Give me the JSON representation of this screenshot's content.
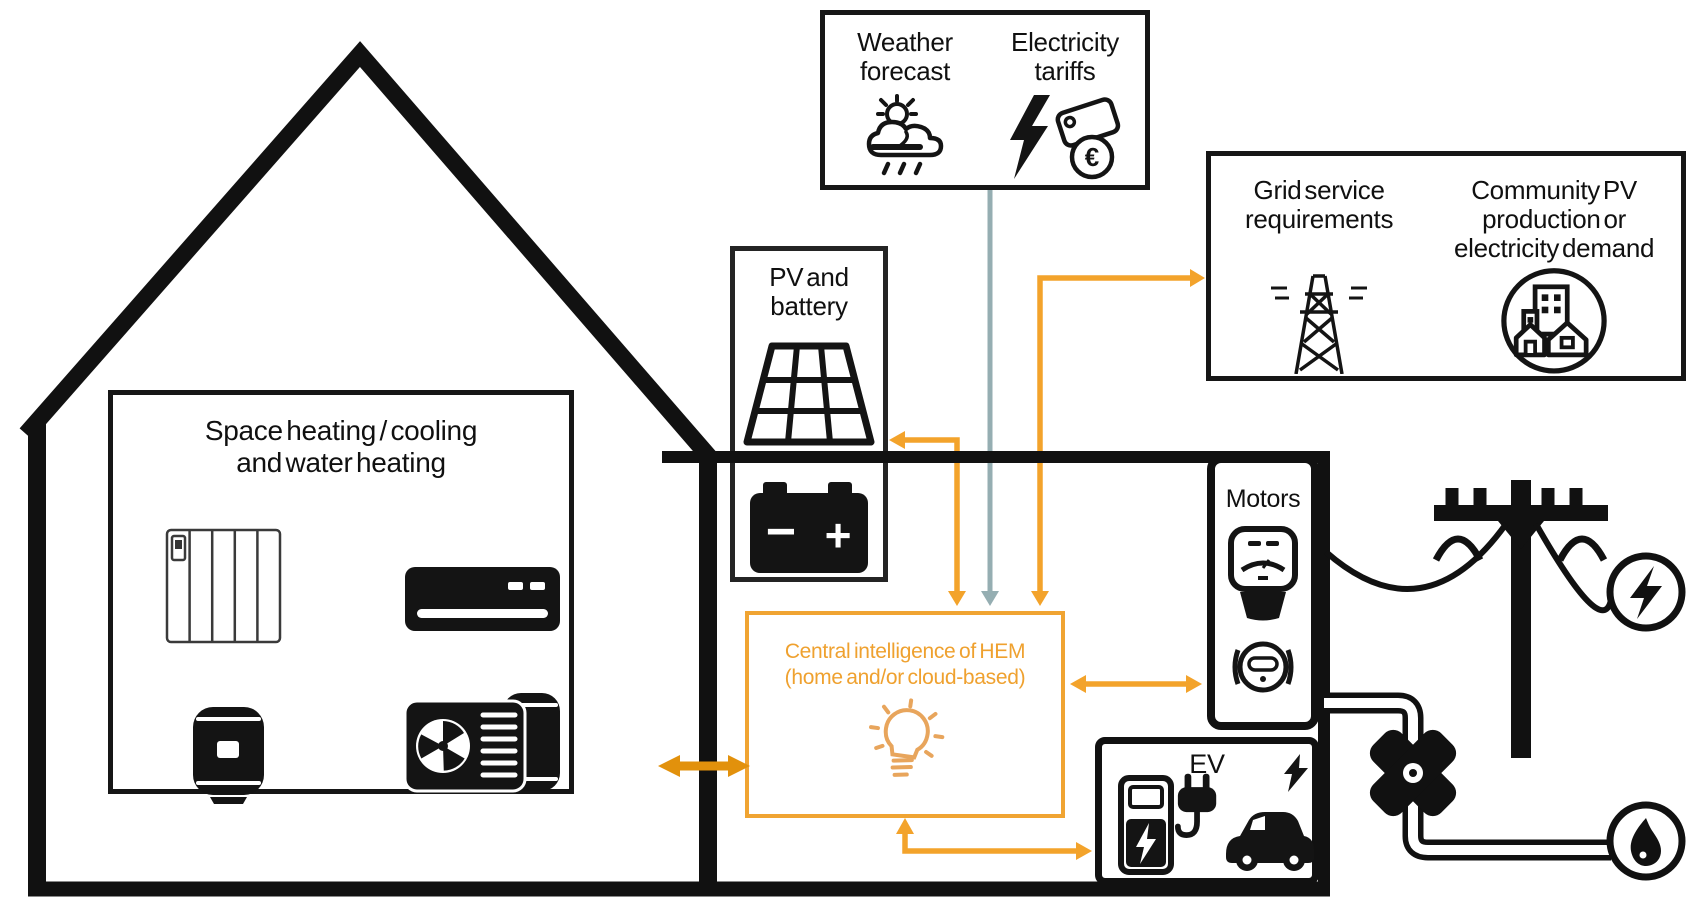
{
  "palette": {
    "ink": "#141414",
    "orange": "#F3A32B",
    "orange_dark": "#E2910C",
    "gray_blue": "#95AEB2",
    "bulb_orange": "#E8A55C"
  },
  "weather_box": {
    "weather": {
      "title": [
        "Weather",
        "forecast"
      ],
      "icon": "sun-cloud-rain-icon"
    },
    "tariffs": {
      "title": [
        "Electricity",
        "tariffs"
      ],
      "icon": "lightning-price-tag-icon",
      "currency_symbol": "€"
    }
  },
  "grid_box": {
    "grid": {
      "title": [
        "Grid service",
        "requirements"
      ],
      "icon": "transmission-tower-icon"
    },
    "community": {
      "title": [
        "Community PV",
        "production or",
        "electricity demand"
      ],
      "icon": "community-buildings-icon"
    }
  },
  "pv_battery": {
    "title": [
      "PV and",
      "battery"
    ],
    "icons": [
      "solar-panel-icon",
      "battery-icon"
    ],
    "battery_minus": "−",
    "battery_plus": "+"
  },
  "house": {
    "title": [
      "Space heating / cooling",
      "and water heating"
    ],
    "icons": [
      "radiator-icon",
      "air-conditioner-icon",
      "water-heater-icon",
      "heat-pump-icon"
    ]
  },
  "central": {
    "title": [
      "Central intelligence of HEM",
      "(home and/or cloud-based)"
    ],
    "icon": "lightbulb-icon"
  },
  "motors": {
    "title": "Motors",
    "icons": [
      "electric-meter-icon",
      "pump-meter-icon"
    ]
  },
  "ev": {
    "title": "EV",
    "icons": [
      "ev-charger-icon",
      "plug-icon",
      "electric-car-icon"
    ]
  },
  "external": {
    "electricity_grid": "lightning-circle-icon",
    "gas_grid": "flame-circle-icon",
    "power_pole": "power-pole-icon",
    "gas_valve": "gas-valve-icon"
  },
  "connections": [
    {
      "from": "weather-tariffs",
      "to": "central-intelligence",
      "color": "gray_blue",
      "bidirectional": false
    },
    {
      "from": "central-intelligence",
      "to": "grid-services",
      "color": "orange",
      "bidirectional": true
    },
    {
      "from": "central-intelligence",
      "to": "pv-battery",
      "color": "orange",
      "bidirectional": true
    },
    {
      "from": "central-intelligence",
      "to": "motors",
      "color": "orange",
      "bidirectional": true
    },
    {
      "from": "central-intelligence",
      "to": "ev",
      "color": "orange",
      "bidirectional": true
    },
    {
      "from": "house-appliances",
      "to": "central-intelligence",
      "color": "orange_dark",
      "bidirectional": true
    }
  ]
}
